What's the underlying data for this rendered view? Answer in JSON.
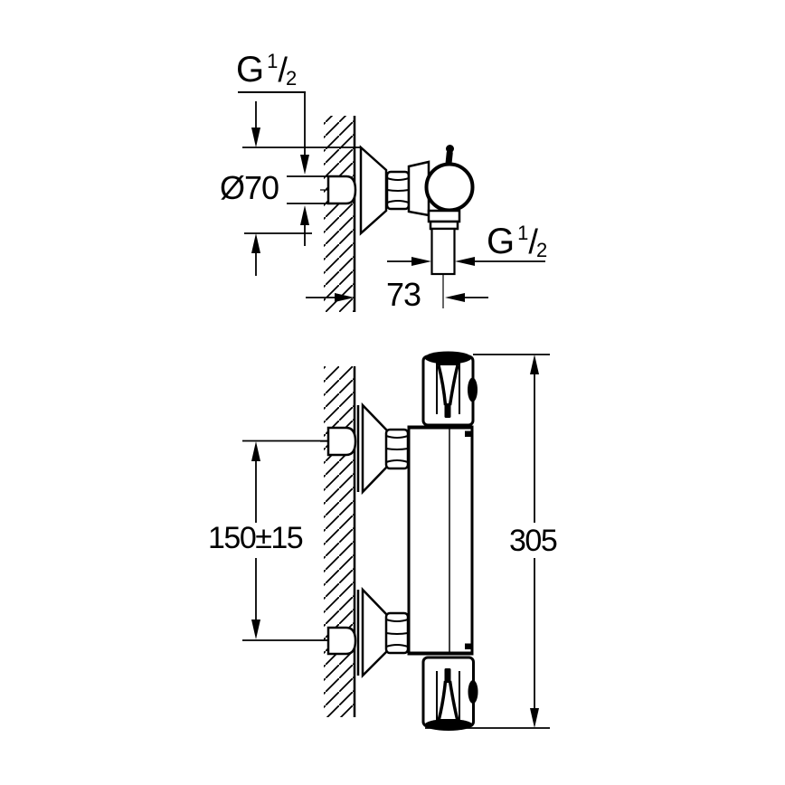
{
  "canvas": {
    "background": "#ffffff",
    "ink": "#000000"
  },
  "side_view": {
    "wall_thread_label": {
      "letter": "G",
      "numerator": "1",
      "slash": "/",
      "denominator": "2"
    },
    "escutcheon_diameter_label": "Ø70",
    "wall_to_outlet_label": "73",
    "outlet_thread_label": {
      "letter": "G",
      "numerator": "1",
      "slash": "/",
      "denominator": "2"
    }
  },
  "front_view": {
    "connection_spacing_label": "150±15",
    "overall_height_label": "305"
  }
}
